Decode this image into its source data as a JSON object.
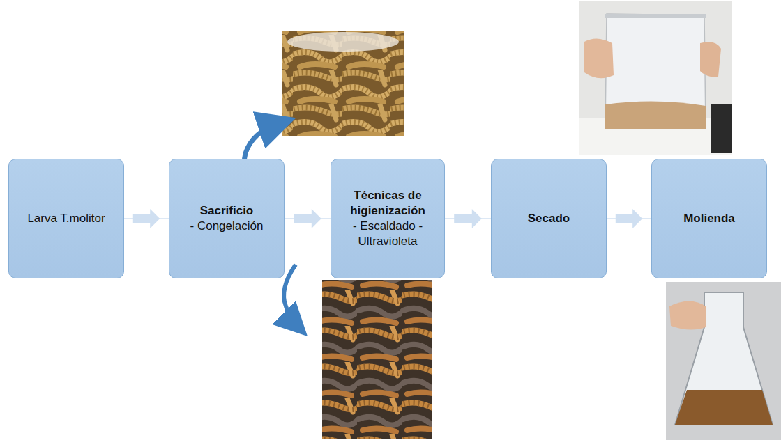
{
  "diagram": {
    "nodes": [
      {
        "text": [
          "Larva T.molitor"
        ]
      },
      {
        "text": [
          "Sacrificio",
          "- Congelación"
        ]
      },
      {
        "text": [
          "Técnicas de higienización",
          "- Escaldado -Ultravioleta"
        ]
      },
      {
        "text": [
          "Secado"
        ]
      },
      {
        "text": [
          "Molienda"
        ]
      }
    ],
    "edges": [
      {
        "from": 0,
        "to": 1,
        "arrow": "to"
      },
      {
        "from": 1,
        "to": 2,
        "arrow": "to"
      },
      {
        "from": 2,
        "to": 3,
        "arrow": "to"
      },
      {
        "from": 3,
        "to": 4,
        "arrow": "to"
      }
    ]
  }
}
